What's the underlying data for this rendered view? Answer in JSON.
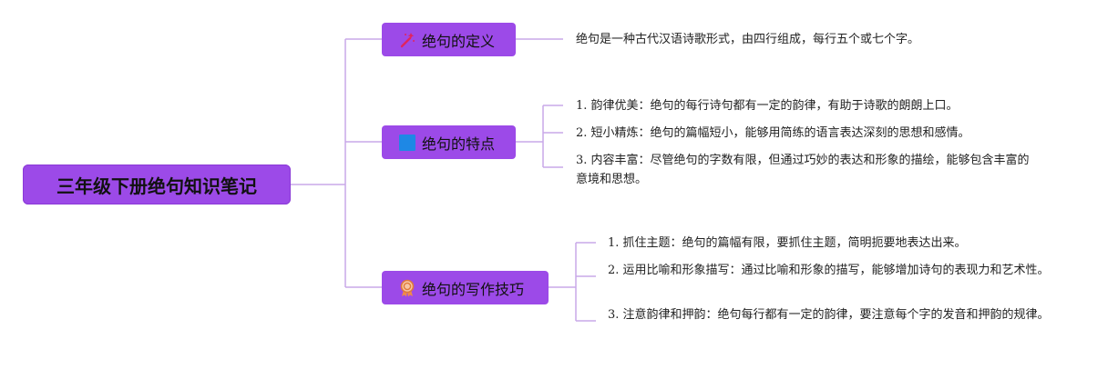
{
  "root": {
    "title": "三年级下册绝句知识笔记"
  },
  "branches": [
    {
      "label": "绝句的定义",
      "icon": "magic-wand-icon",
      "items": [
        "绝句是一种古代汉语诗歌形式，由四行组成，每行五个或七个字。"
      ]
    },
    {
      "label": "绝句的特点",
      "icon": "blue-square-icon",
      "items": [
        "1. 韵律优美：绝句的每行诗句都有一定的韵律，有助于诗歌的朗朗上口。",
        "2. 短小精炼：绝句的篇幅短小，能够用简练的语言表达深刻的思想和感情。",
        "3. 内容丰富：尽管绝句的字数有限，但通过巧妙的表达和形象的描绘，能够包含丰富的意境和思想。"
      ]
    },
    {
      "label": "绝句的写作技巧",
      "icon": "award-ribbon-icon",
      "items": [
        "1. 抓住主题：绝句的篇幅有限，要抓住主题，简明扼要地表达出来。",
        "2. 运用比喻和形象描写：通过比喻和形象的描写，能够增加诗句的表现力和艺术性。",
        "3. 注意韵律和押韵：绝句每行都有一定的韵律，要注意每个字的发音和押韵的规律。"
      ]
    }
  ],
  "colors": {
    "node": "#9c4ae8",
    "line": "#c9a8e8"
  }
}
